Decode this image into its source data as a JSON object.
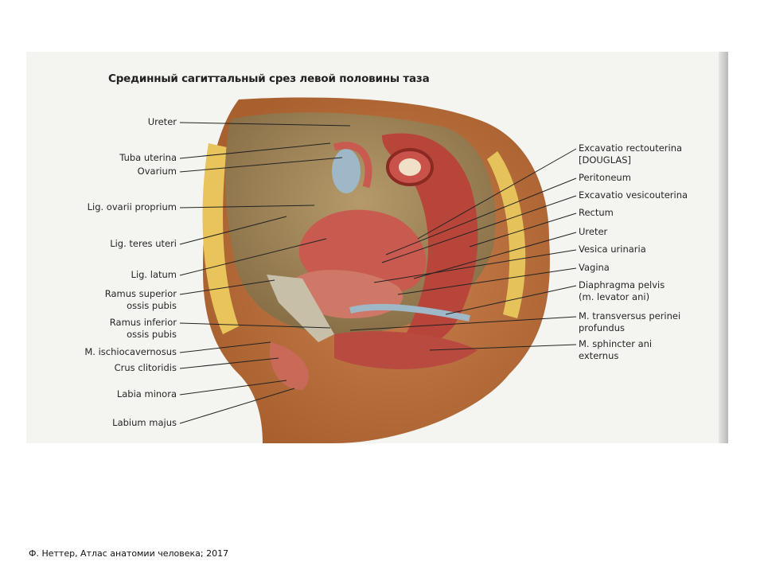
{
  "figure_title": "Срединный сагиттальный срез левой половины таза",
  "left_labels": [
    {
      "lines": [
        "Ureter"
      ]
    },
    {
      "lines": [
        "Tuba uterina"
      ]
    },
    {
      "lines": [
        "Ovarium"
      ]
    },
    {
      "lines": [
        "Lig. ovarii proprium"
      ]
    },
    {
      "lines": [
        "Lig. teres uteri"
      ]
    },
    {
      "lines": [
        "Lig. latum"
      ]
    },
    {
      "lines": [
        "Ramus superior",
        "ossis pubis"
      ]
    },
    {
      "lines": [
        "Ramus inferior",
        "ossis pubis"
      ]
    },
    {
      "lines": [
        "M. ischiocavernosus"
      ]
    },
    {
      "lines": [
        "Crus clitoridis"
      ]
    },
    {
      "lines": [
        "Labia minora"
      ]
    },
    {
      "lines": [
        "Labium majus"
      ]
    }
  ],
  "right_labels": [
    {
      "lines": [
        "Excavatio rectouterina",
        "[DOUGLAS]"
      ]
    },
    {
      "lines": [
        "Peritoneum"
      ]
    },
    {
      "lines": [
        "Excavatio vesicouterina"
      ]
    },
    {
      "lines": [
        "Rectum"
      ]
    },
    {
      "lines": [
        "Ureter"
      ]
    },
    {
      "lines": [
        "Vesica urinaria"
      ]
    },
    {
      "lines": [
        "Vagina"
      ]
    },
    {
      "lines": [
        "Diaphragma pelvis",
        "(m. levator ani)"
      ]
    },
    {
      "lines": [
        "M. transversus perinei",
        "profundus"
      ]
    },
    {
      "lines": [
        "M. sphincter ani",
        "externus"
      ]
    }
  ],
  "caption": "Ф. Неттер, Атлас анатомии человека; 2017"
}
